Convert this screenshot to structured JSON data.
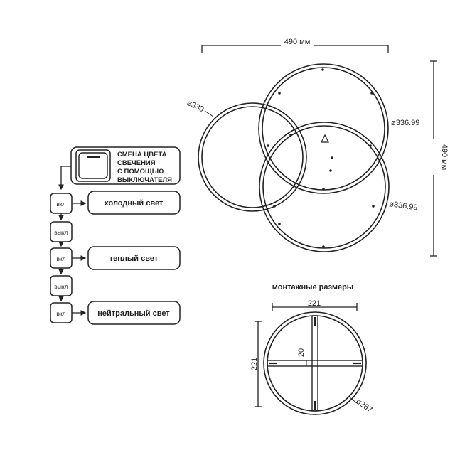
{
  "switch_box": {
    "line1": "СМЕНА ЦВЕТА",
    "line2": "СВЕЧЕНИЯ",
    "line3": "С ПОМОЩЬЮ",
    "line4": "ВЫКЛЮЧАТЕЛЯ"
  },
  "sequence": [
    {
      "state": "вкл",
      "mode": "холодный свет"
    },
    {
      "state": "выкл",
      "mode": ""
    },
    {
      "state": "вкл",
      "mode": "теплый свет"
    },
    {
      "state": "выкл",
      "mode": ""
    },
    {
      "state": "вкл",
      "mode": "нейтральный свет"
    }
  ],
  "top_view": {
    "width": "490 мм",
    "height": "490 мм",
    "dia_small": "ø330",
    "dia_upper": "ø336.99",
    "dia_lower": "ø336.99"
  },
  "mount": {
    "title": "монтажные размеры",
    "width": "221",
    "height": "221",
    "inner": "20",
    "dia": "ø267"
  }
}
